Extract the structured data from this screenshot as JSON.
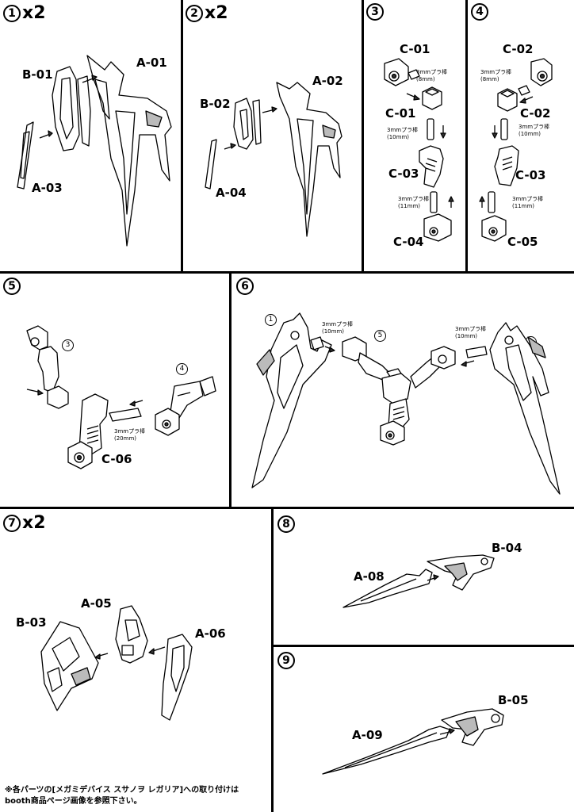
{
  "steps": [
    {
      "num": "1",
      "mult": "x2"
    },
    {
      "num": "2",
      "mult": "x2"
    },
    {
      "num": "3",
      "mult": ""
    },
    {
      "num": "4",
      "mult": ""
    },
    {
      "num": "5",
      "mult": ""
    },
    {
      "num": "6",
      "mult": ""
    },
    {
      "num": "7",
      "mult": "x2"
    },
    {
      "num": "8",
      "mult": ""
    },
    {
      "num": "9",
      "mult": ""
    }
  ],
  "parts": {
    "b01": "B-01",
    "a01": "A-01",
    "a03": "A-03",
    "b02": "B-02",
    "a02": "A-02",
    "a04": "A-04",
    "c01": "C-01",
    "c02": "C-02",
    "c03": "C-03",
    "c04": "C-04",
    "c05": "C-05",
    "c06": "C-06",
    "b03": "B-03",
    "a05": "A-05",
    "a06": "A-06",
    "a08": "A-08",
    "b04": "B-04",
    "a09": "A-09",
    "b05": "B-05"
  },
  "rods": {
    "r8": [
      "3mmプラ棒",
      "(8mm)"
    ],
    "r10": [
      "3mmプラ棒",
      "(10mm)"
    ],
    "r11": [
      "3mmプラ棒",
      "(11mm)"
    ],
    "r20": [
      "3mmプラ棒",
      "(20mm)"
    ]
  },
  "refs": {
    "three": "3",
    "four": "4",
    "one": "1",
    "five": "5"
  },
  "note": [
    "※各パーツの[メガミデバイス スサノヲ レガリア]への取り付けは",
    "booth商品ページ画像を参照下さい。"
  ]
}
